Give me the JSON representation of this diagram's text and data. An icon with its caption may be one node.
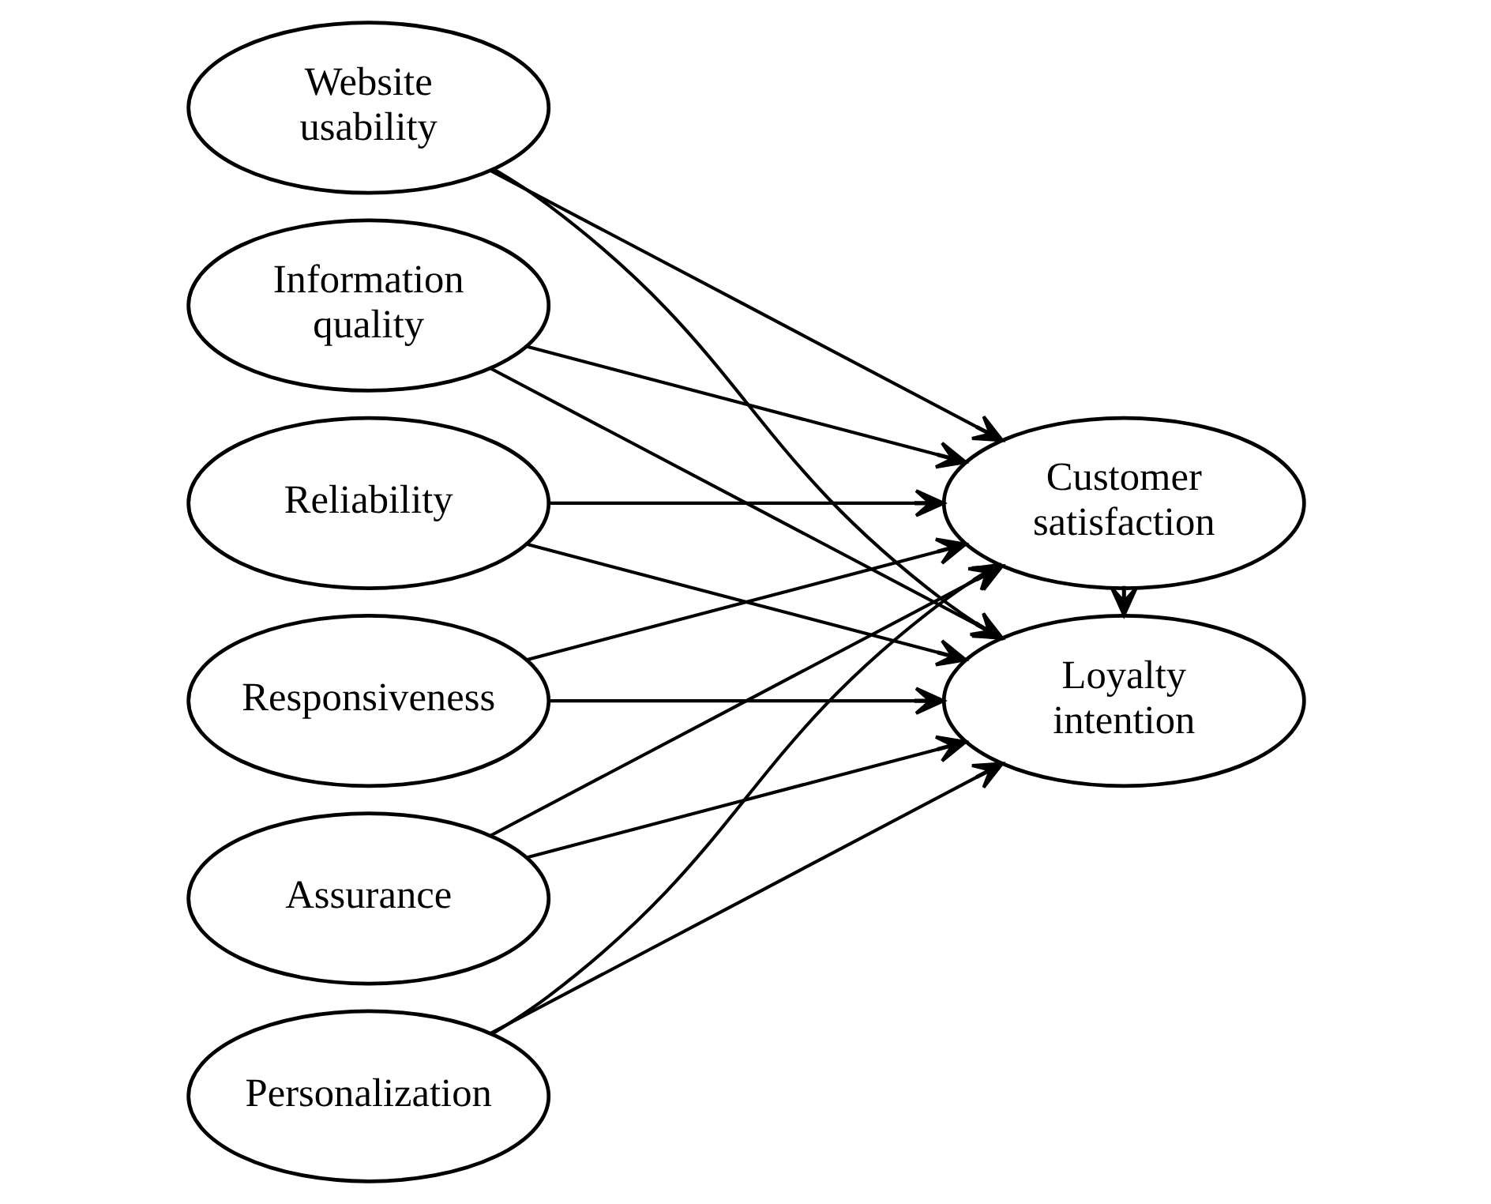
{
  "diagram": {
    "nodes": [
      {
        "text": [
          "Website usability"
        ]
      },
      {
        "text": [
          "Information quality"
        ]
      },
      {
        "text": [
          "Reliability"
        ]
      },
      {
        "text": [
          "Responsiveness"
        ]
      },
      {
        "text": [
          "Assurance"
        ]
      },
      {
        "text": [
          "Personalization"
        ]
      },
      {
        "text": [
          "Customer satisfaction"
        ]
      },
      {
        "text": [
          "Loyalty intention"
        ]
      }
    ],
    "edges": [
      {
        "from": 0,
        "to": 6,
        "arrow": "to"
      },
      {
        "from": 0,
        "to": 7,
        "arrow": "to"
      },
      {
        "from": 1,
        "to": 6,
        "arrow": "to"
      },
      {
        "from": 1,
        "to": 7,
        "arrow": "to"
      },
      {
        "from": 2,
        "to": 6,
        "arrow": "to"
      },
      {
        "from": 2,
        "to": 7,
        "arrow": "to"
      },
      {
        "from": 3,
        "to": 6,
        "arrow": "to"
      },
      {
        "from": 3,
        "to": 7,
        "arrow": "to"
      },
      {
        "from": 4,
        "to": 6,
        "arrow": "to"
      },
      {
        "from": 4,
        "to": 7,
        "arrow": "to"
      },
      {
        "from": 5,
        "to": 6,
        "arrow": "to"
      },
      {
        "from": 5,
        "to": 7,
        "arrow": "to"
      },
      {
        "from": 6,
        "to": 7,
        "arrow": "to"
      }
    ]
  }
}
